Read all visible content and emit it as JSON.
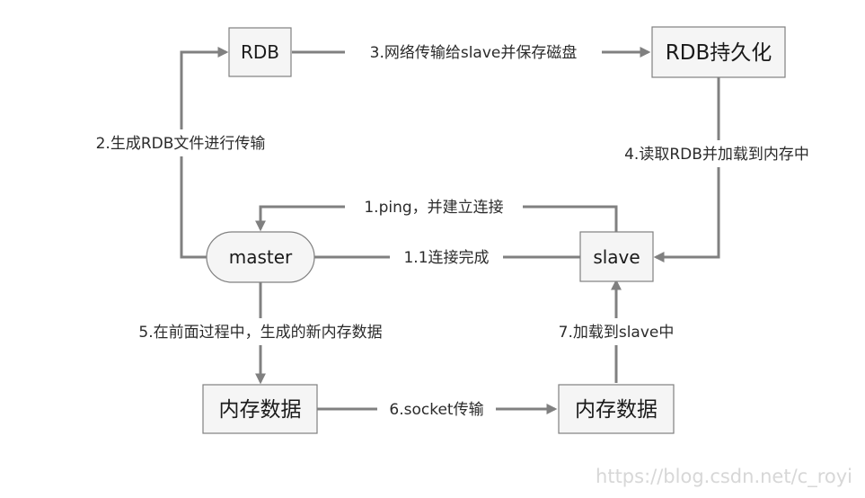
{
  "colors": {
    "line": "#808080",
    "box_fill": "#f5f5f5",
    "text": "#1a1a1a",
    "watermark": "#d7d7d7"
  },
  "nodes": {
    "rdb": "RDB",
    "rdb_persist": "RDB持久化",
    "master": "master",
    "slave": "slave",
    "mem_master": "内存数据",
    "mem_slave": "内存数据"
  },
  "edges": {
    "e1": "1.ping，并建立连接",
    "e1_1": "1.1连接完成",
    "e2": "2.生成RDB文件进行传输",
    "e3": "3.网络传输给slave并保存磁盘",
    "e4": "4.读取RDB并加载到内存中",
    "e5": "5.在前面过程中，生成的新内存数据",
    "e6": "6.socket传输",
    "e7": "7.加载到slave中"
  },
  "watermark": "https://blog.csdn.net/c_royi"
}
